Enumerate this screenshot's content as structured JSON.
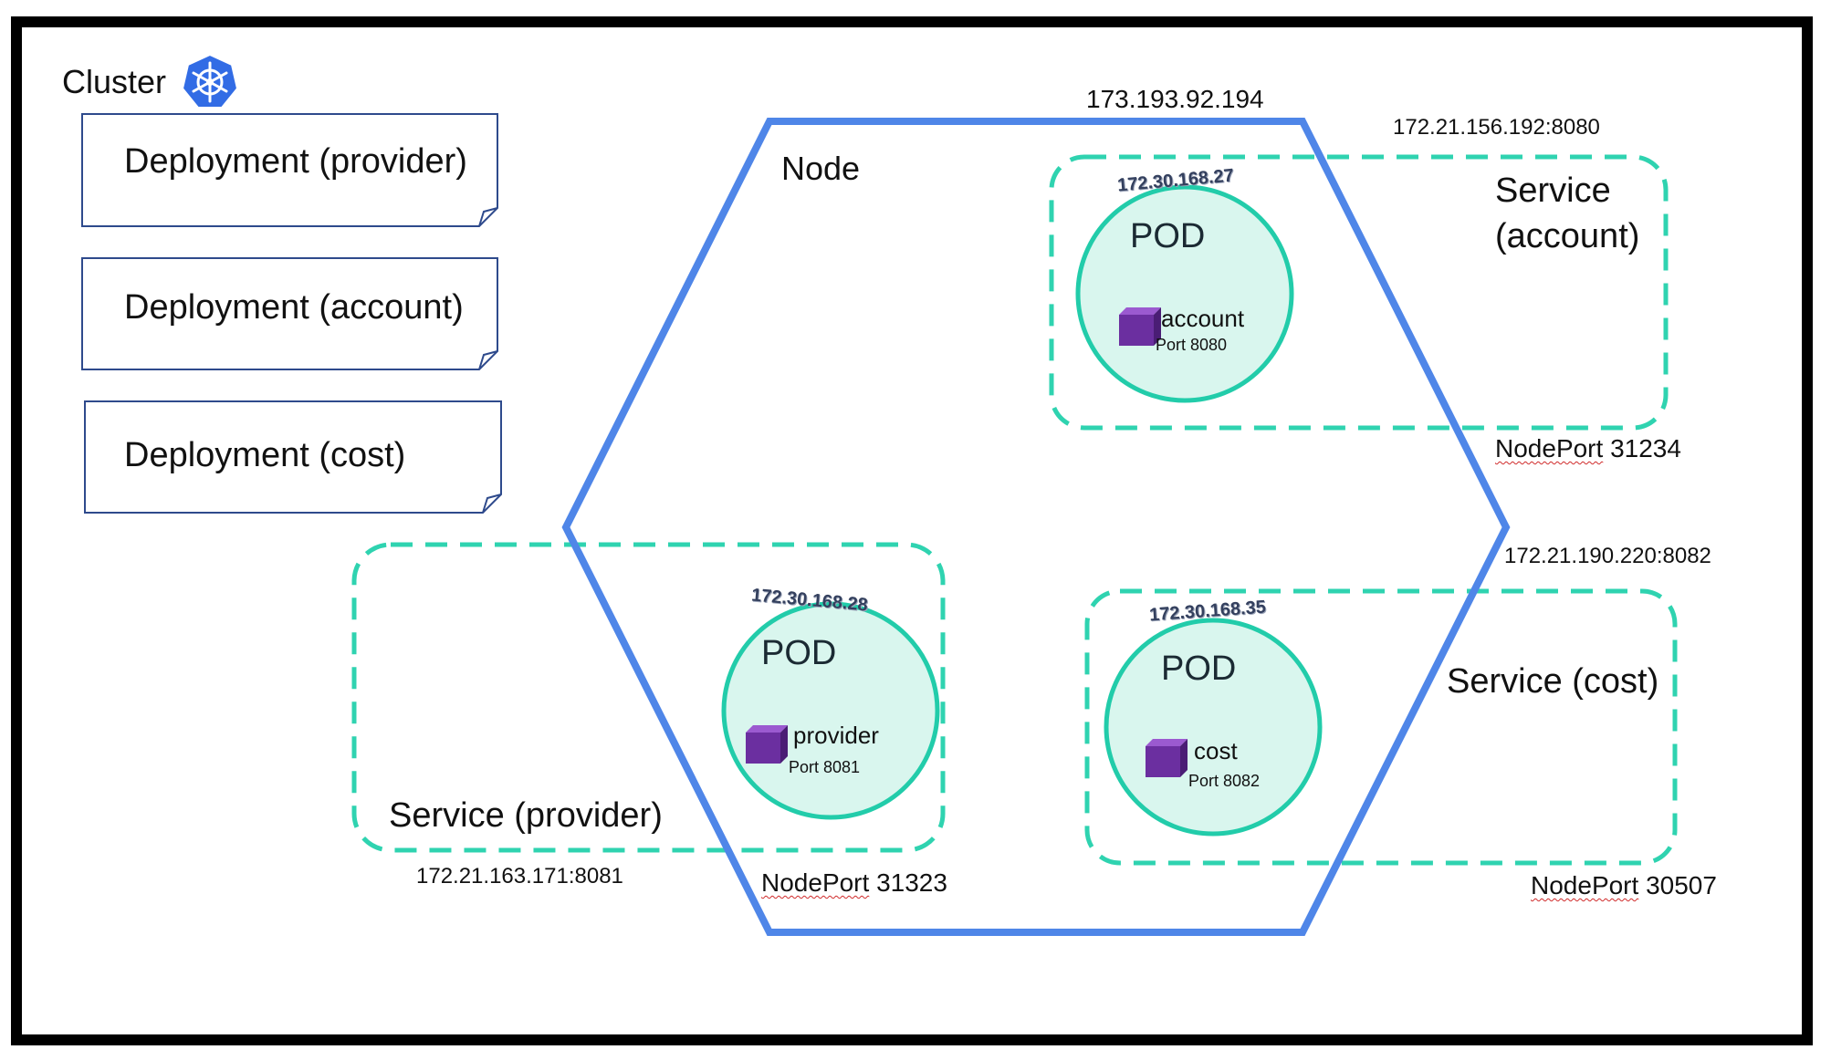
{
  "cluster": {
    "title": "Cluster",
    "icon": "kubernetes-helm-icon"
  },
  "deployments": [
    {
      "label": "Deployment (provider)"
    },
    {
      "label": "Deployment (account)"
    },
    {
      "label": "Deployment (cost)"
    }
  ],
  "node": {
    "label": "Node",
    "ip": "173.193.92.194"
  },
  "pods": {
    "account": {
      "label": "POD",
      "ip": "172.30.168.27",
      "container": "account",
      "port": "Port 8080"
    },
    "provider": {
      "label": "POD",
      "ip": "172.30.168.28",
      "container": "provider",
      "port": "Port 8081"
    },
    "cost": {
      "label": "POD",
      "ip": "172.30.168.35",
      "container": "cost",
      "port": "Port 8082"
    }
  },
  "services": {
    "account": {
      "label_line1": "Service",
      "label_line2": "(account)",
      "cluster_ip": "172.21.156.192:8080",
      "nodeport_word": "NodePort",
      "nodeport_num": "31234"
    },
    "provider": {
      "label": "Service (provider)",
      "cluster_ip": "172.21.163.171:8081",
      "nodeport_word": "NodePort",
      "nodeport_num": "31323"
    },
    "cost": {
      "label": "Service (cost)",
      "cluster_ip": "172.21.190.220:8082",
      "nodeport_word": "NodePort",
      "nodeport_num": "30507"
    }
  },
  "colors": {
    "node_border": "#4f86e8",
    "service_dash": "#2fd3b0",
    "pod_fill": "#d9f6ee",
    "pod_border": "#22ccaa",
    "container": "#6b2fa0",
    "k8s_blue": "#326ce5"
  }
}
